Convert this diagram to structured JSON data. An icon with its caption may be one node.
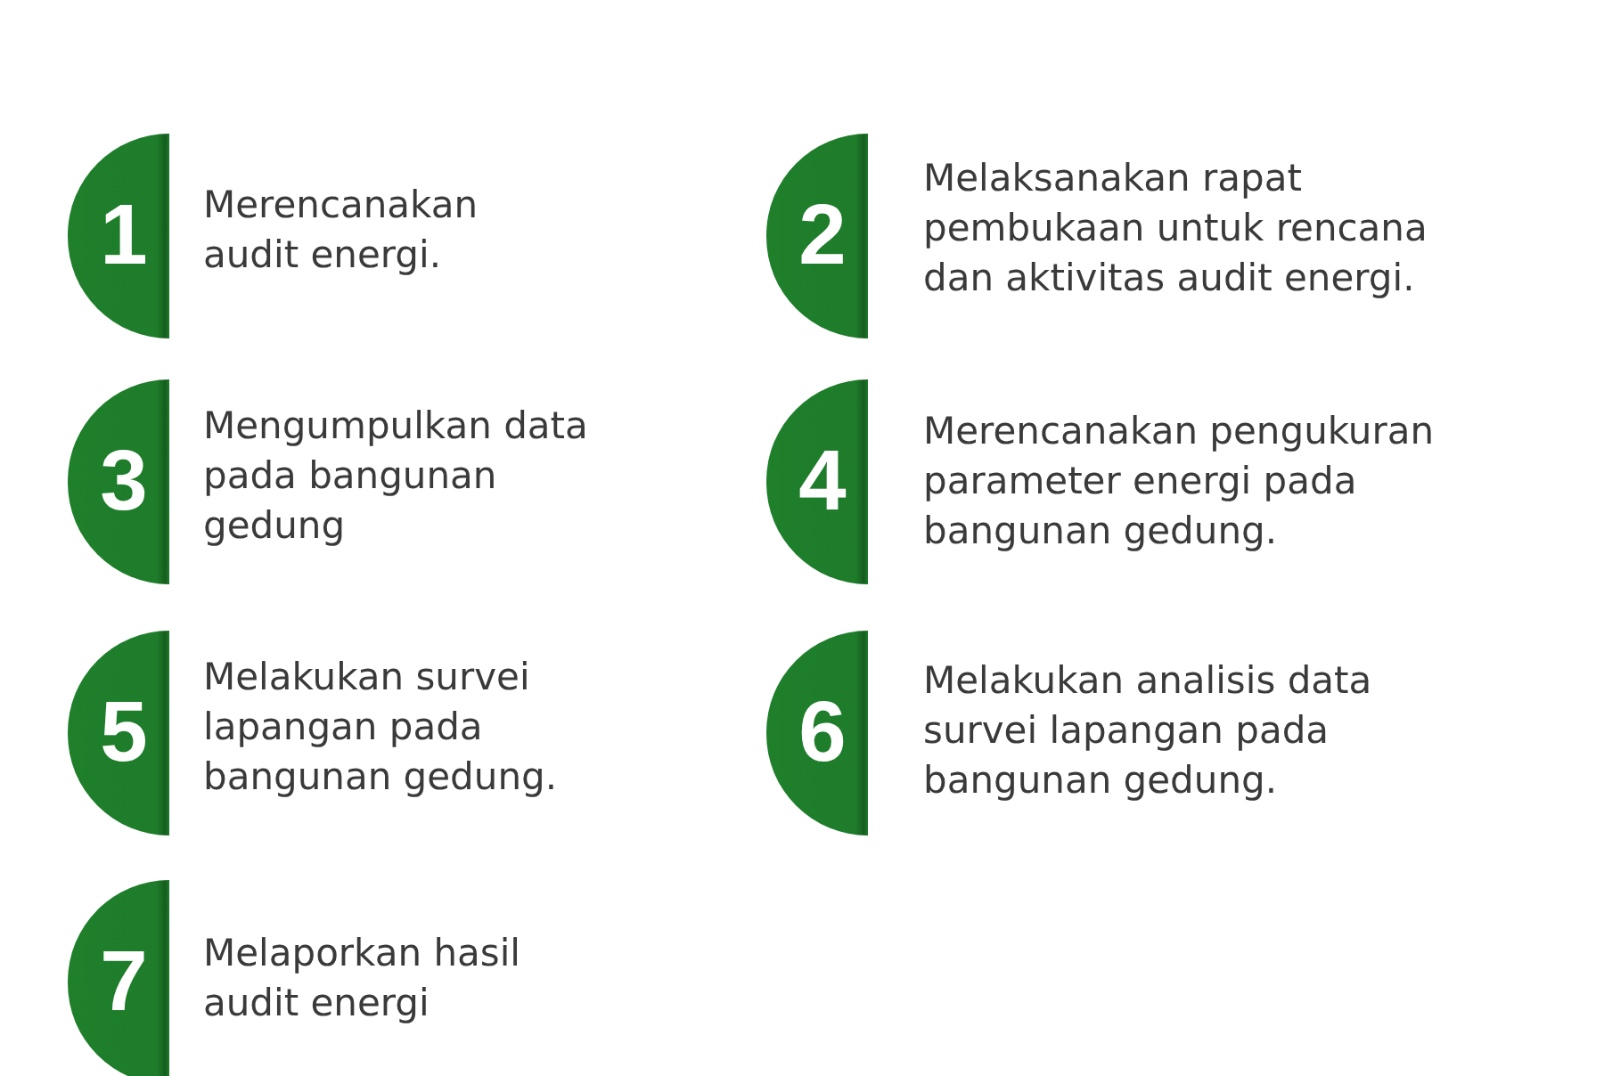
{
  "diagram": {
    "nodes": [
      {
        "text": [
          "1"
        ],
        "beside": [
          "Merencanakan audit energi."
        ]
      },
      {
        "text": [
          "2"
        ],
        "beside": [
          "Melaksanakan rapat pembukaan untuk rencana dan aktivitas audit energi."
        ]
      },
      {
        "text": [
          "3"
        ],
        "beside": [
          "Mengumpulkan data pada bangunan gedung"
        ]
      },
      {
        "text": [
          "4"
        ],
        "beside": [
          "Merencanakan pengukuran parameter energi pada bangunan gedung."
        ]
      },
      {
        "text": [
          "5"
        ],
        "beside": [
          "Melakukan survei lapangan pada bangunan gedung."
        ]
      },
      {
        "text": [
          "6"
        ],
        "beside": [
          "Melakukan analisis data survei lapangan pada bangunan gedung."
        ]
      },
      {
        "text": [
          "7"
        ],
        "beside": [
          "Melaporkan hasil audit energi"
        ]
      }
    ]
  }
}
